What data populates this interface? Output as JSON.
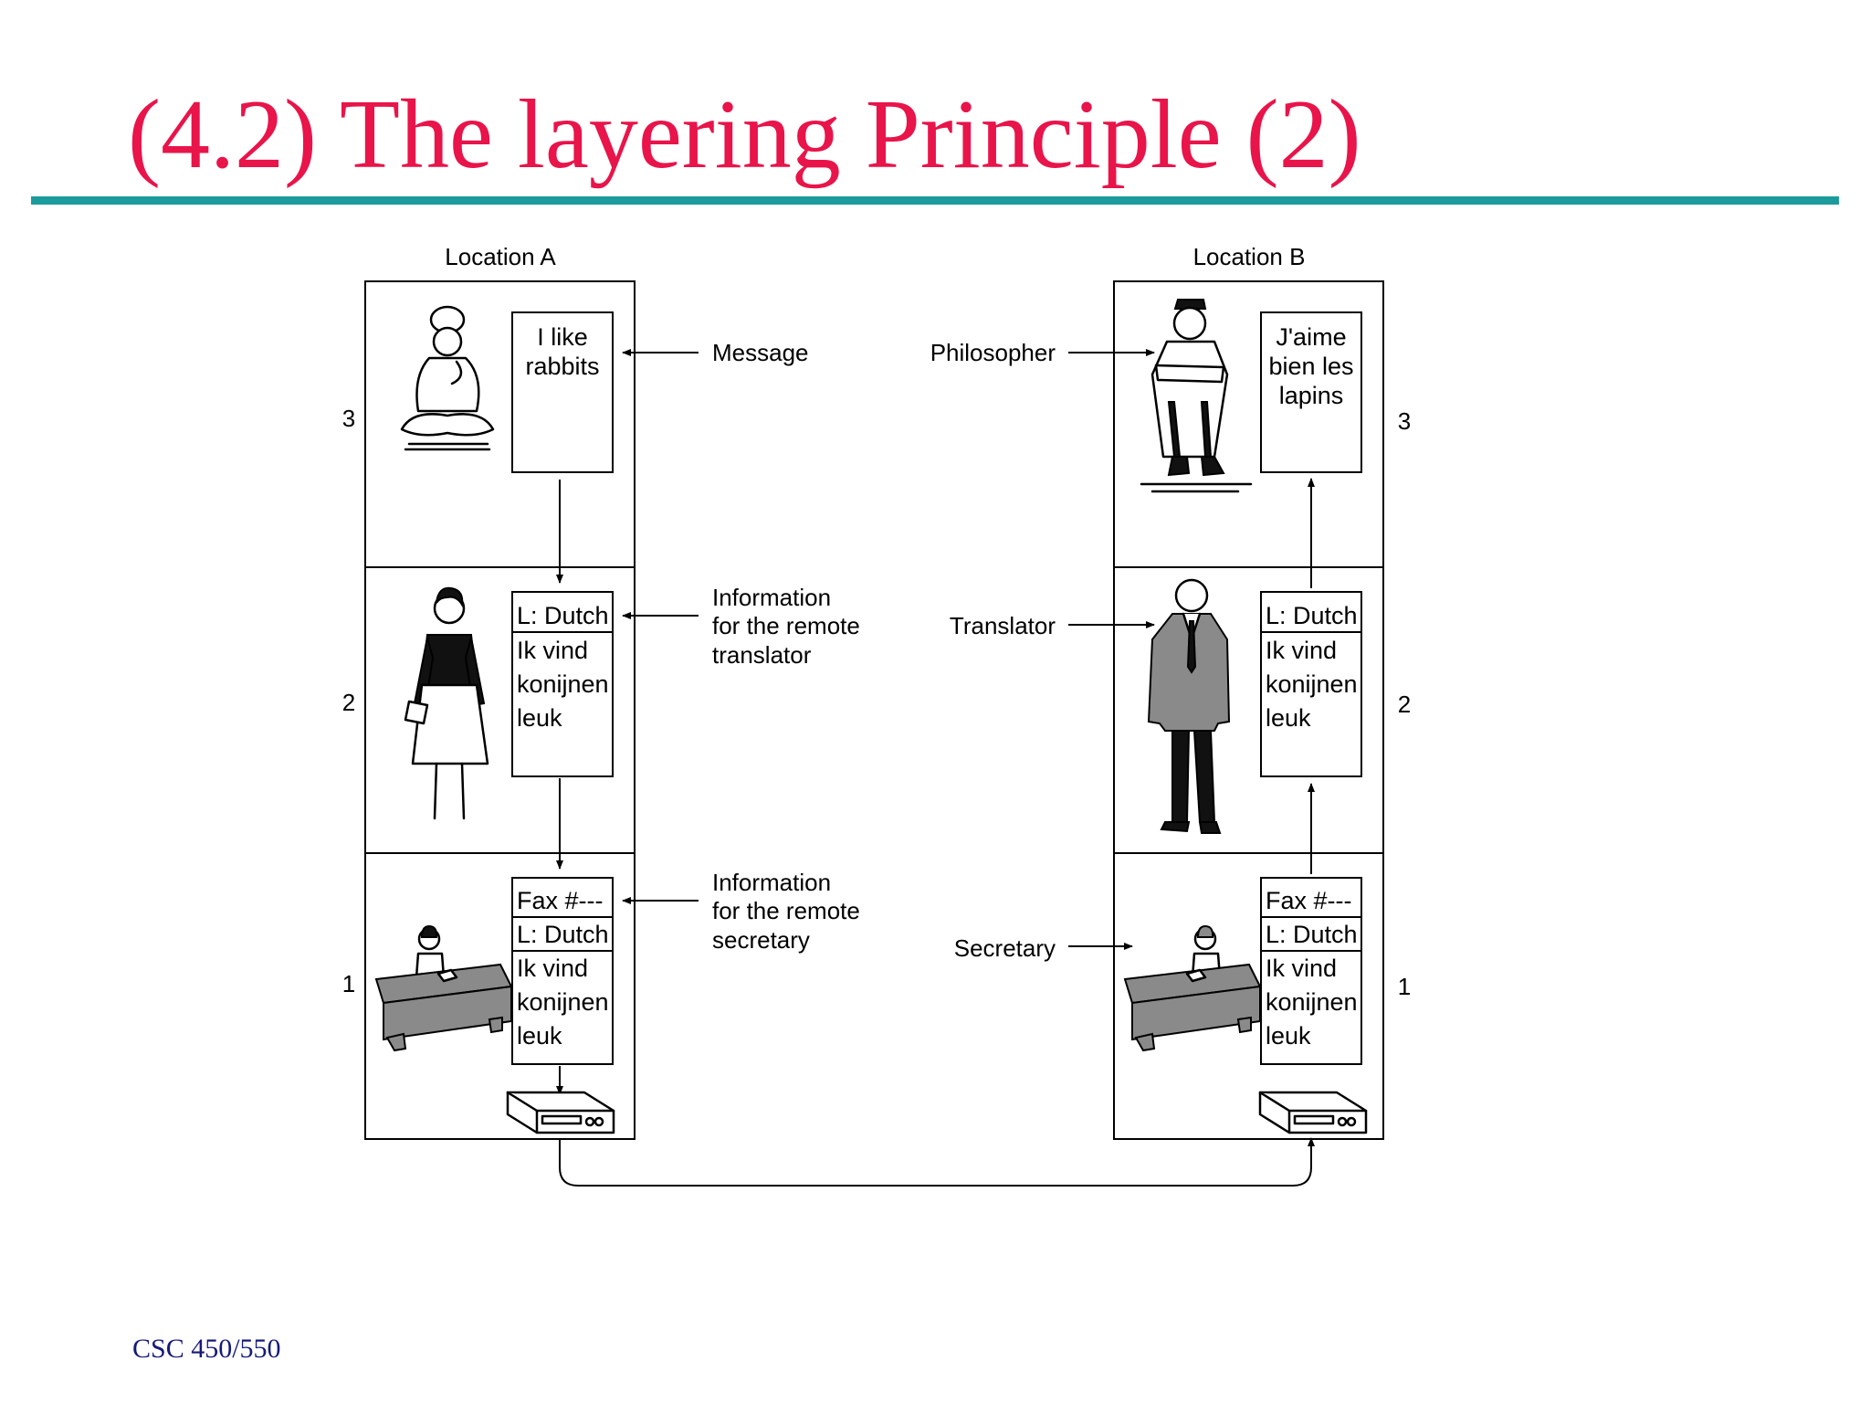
{
  "title": "(4.2) The layering Principle (2)",
  "footer": "CSC 450/550",
  "locations": [
    "Location A",
    "Location B"
  ],
  "layer_numbers": [
    "3",
    "2",
    "1"
  ],
  "location_a": {
    "message": [
      "I like",
      "rabbits"
    ],
    "translated": [
      "L: Dutch",
      "Ik vind",
      "konijnen",
      "leuk"
    ],
    "fax": [
      "Fax #---",
      "L: Dutch",
      "Ik vind",
      "konijnen",
      "leuk"
    ]
  },
  "location_b": {
    "message": [
      "J'aime",
      "bien les",
      "lapins"
    ],
    "translated": [
      "L: Dutch",
      "Ik vind",
      "konijnen",
      "leuk"
    ],
    "fax": [
      "Fax #---",
      "L: Dutch",
      "Ik vind",
      "konijnen",
      "leuk"
    ]
  },
  "annotations_a": {
    "message": "Message",
    "info_translator": [
      "Information",
      "for the remote",
      "translator"
    ],
    "info_secretary": [
      "Information",
      "for the remote",
      "secretary"
    ]
  },
  "annotations_b": {
    "philosopher": "Philosopher",
    "translator": "Translator",
    "secretary": "Secretary"
  },
  "icons": [
    "philosopher-a-icon",
    "translator-a-icon",
    "secretary-a-icon",
    "fax-machine-icon",
    "philosopher-b-icon",
    "translator-b-icon",
    "secretary-b-icon"
  ]
}
